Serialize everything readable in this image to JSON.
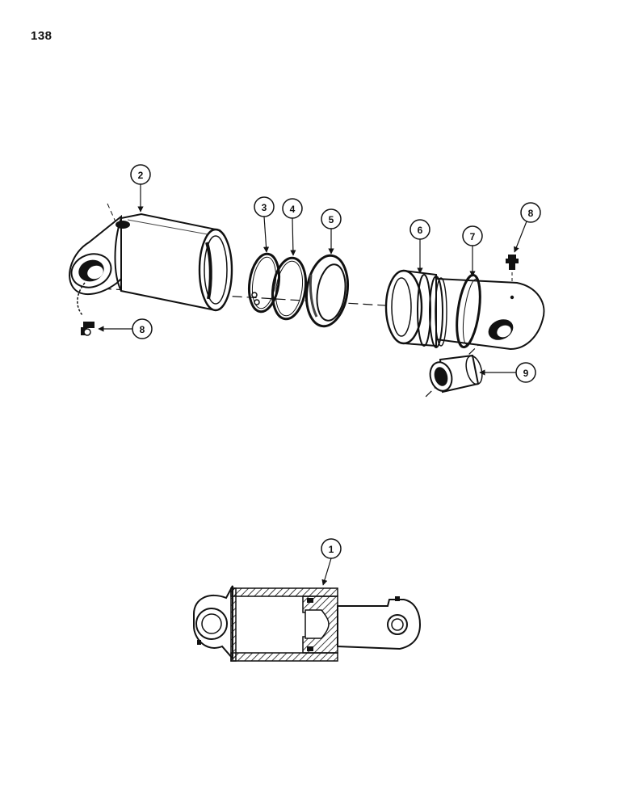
{
  "page": {
    "number": "138"
  },
  "callouts": {
    "c1": "1",
    "c2": "2",
    "c3": "3",
    "c4": "4",
    "c5": "5",
    "c6": "6",
    "c7": "7",
    "c8a": "8",
    "c8b": "8",
    "c9": "9"
  },
  "colors": {
    "ink": "#111111",
    "paper": "#ffffff",
    "shade": "#444444"
  }
}
